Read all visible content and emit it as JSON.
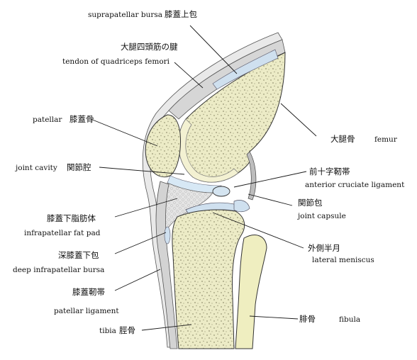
{
  "labels": {
    "suprapatellar_bursa": {
      "en": "suprapatellar bursa",
      "jp": "膝蓋上包"
    },
    "quadriceps_tendon": {
      "en": "tendon of quadriceps femori",
      "jp": "大腿四頭筋の腱"
    },
    "patellar": {
      "en": "patellar",
      "jp": "膝蓋骨"
    },
    "femur": {
      "en": "femur",
      "jp": "大腿骨"
    },
    "joint_cavity": {
      "en": "joint cavity",
      "jp": "関節腔"
    },
    "acl": {
      "en": "anterior cruciate ligament",
      "jp": "前十字靭帯"
    },
    "joint_capsule": {
      "en": "joint capsule",
      "jp": "関節包"
    },
    "fat_pad": {
      "en": "infrapatellar fat pad",
      "jp": "膝蓋下脂肪体"
    },
    "deep_bursa": {
      "en": "deep infrapatellar bursa",
      "jp": "深膝蓋下包"
    },
    "lateral_meniscus": {
      "en": "lateral meniscus",
      "jp": "外側半月"
    },
    "patellar_ligament": {
      "en": "patellar ligament",
      "jp": "膝蓋靭帯"
    },
    "fibula": {
      "en": "fibula",
      "jp": "腓骨"
    },
    "tibia": {
      "en": "tibia",
      "jp": "脛骨"
    }
  },
  "colors": {
    "bone": "#ecebc6",
    "bone_dots": "#8a8a6a",
    "fibula": "#efeec0",
    "fat_pad": "#e4e4e4",
    "bursa": "#cfe0ef",
    "cavity": "#d7e8f5",
    "cartilage": "#f3f1d2",
    "tendon": "#d8d8d8",
    "outline": "#333333"
  }
}
